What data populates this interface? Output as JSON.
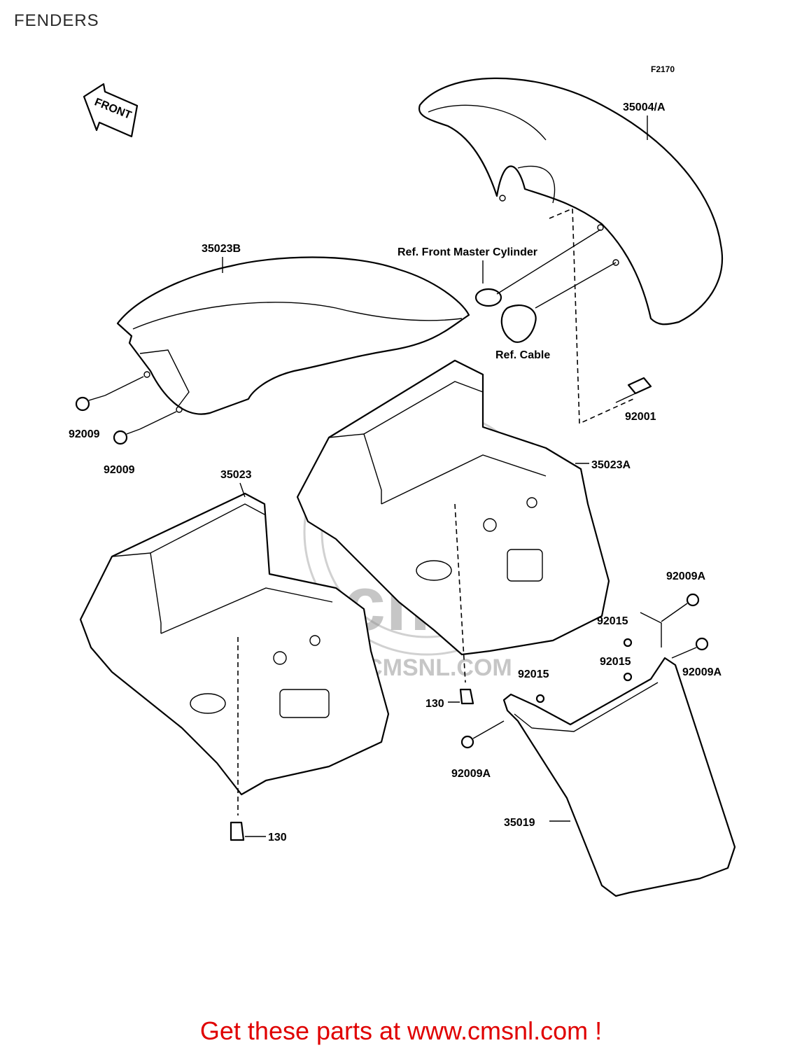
{
  "title": "FENDERS",
  "diagram_code": "F2170",
  "front_arrow_label": "FRONT",
  "callouts": {
    "front_fender": "35004/A",
    "seat_cover": "35023B",
    "rear_fender_a": "35023A",
    "rear_fender": "35023",
    "mud_flap": "35019",
    "bolt_92001": "92001",
    "bolt_92009_upper": "92009",
    "bolt_92009_lower": "92009",
    "bolt_92009A_top": "92009A",
    "bolt_92009A_right": "92009A",
    "bolt_92009A_bottom": "92009A",
    "nut_92015_a": "92015",
    "nut_92015_b": "92015",
    "nut_92015_c": "92015",
    "bolt_130_a": "130",
    "bolt_130_b": "130"
  },
  "references": {
    "master_cylinder": "Ref. Front Master Cylinder",
    "cable": "Ref. Cable"
  },
  "watermark": "WWW.CMSNL.COM",
  "watermark_logo": "cms",
  "footer": "Get these parts at www.cmsnl.com !",
  "colors": {
    "footer_text": "#e00000",
    "watermark": "#8f8f8f"
  }
}
